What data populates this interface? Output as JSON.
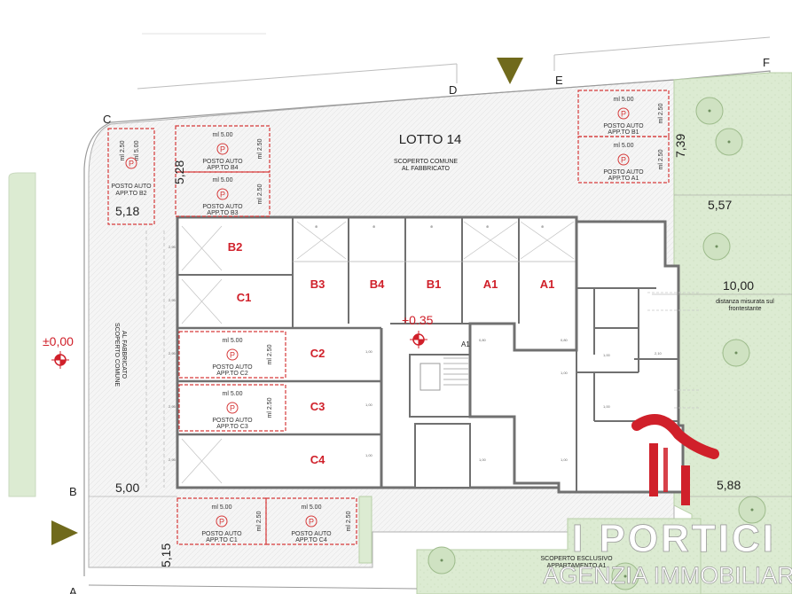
{
  "plot": {
    "title": "LOTTO 14",
    "common_area": [
      "SCOPERTO COMUNE",
      "AL FABBRICATO"
    ],
    "common_area_side": [
      "SCOPERTO COMUNE",
      "AL FABBRICATO"
    ],
    "exclusive_area": [
      "SCOPERTO ESCLUSIVO",
      "APPARTAMENTO A1"
    ],
    "setback_note": [
      "distanza misurata sul",
      "frontestante"
    ]
  },
  "corners": [
    "C",
    "D",
    "E",
    "F",
    "B",
    "A"
  ],
  "levels": {
    "ground": "±0,00",
    "building": "+0.35"
  },
  "dimensions": {
    "top_left_depth": "5,28",
    "left_parking_width": "5,18",
    "right_parking_depth": "7,39",
    "right_gap": "5,57",
    "right_setback": "10,00",
    "left_setback": "5,00",
    "bottom_right": "5,88",
    "bottom_parking_depth": "5,15"
  },
  "units": [
    "B2",
    "C1",
    "B3",
    "B4",
    "B1",
    "A1",
    "A1",
    "C2",
    "C3",
    "C4"
  ],
  "unit_label_near_stair": "A1",
  "parking_spaces": [
    {
      "length": "ml 5.00",
      "width": "ml 2.50",
      "icon": "P",
      "line1": "POSTO AUTO",
      "line2": "APP.TO B2"
    },
    {
      "length": "ml 5.00",
      "width": "ml 2.50",
      "icon": "P",
      "line1": "POSTO AUTO",
      "line2": "APP.TO B4"
    },
    {
      "length": "ml 5.00",
      "width": "ml 2.50",
      "icon": "P",
      "line1": "POSTO AUTO",
      "line2": "APP.TO B3"
    },
    {
      "length": "ml 5.00",
      "width": "ml 2.50",
      "icon": "P",
      "line1": "POSTO AUTO",
      "line2": "APP.TO B1"
    },
    {
      "length": "ml 5.00",
      "width": "ml 2.50",
      "icon": "P",
      "line1": "POSTO AUTO",
      "line2": "APP.TO A1"
    },
    {
      "length": "ml 5.00",
      "width": "ml 2.50",
      "icon": "P",
      "line1": "POSTO AUTO",
      "line2": "APP.TO C2"
    },
    {
      "length": "ml 5.00",
      "width": "ml 2.50",
      "icon": "P",
      "line1": "POSTO AUTO",
      "line2": "APP.TO C3"
    },
    {
      "length": "ml 5.00",
      "width": "ml 2.50",
      "icon": "P",
      "line1": "POSTO AUTO",
      "line2": "APP.TO C1"
    },
    {
      "length": "ml 5.00",
      "width": "ml 2.50",
      "icon": "P",
      "line1": "POSTO AUTO",
      "line2": "APP.TO C4"
    }
  ],
  "watermark": {
    "brand": "I PORTICI",
    "tagline": "AGENZIA IMMOBILIARE"
  },
  "colors": {
    "wall": "#707070",
    "parking_outline": "#d63a3a",
    "room_label": "#d0202a",
    "garden": "#dcebd2",
    "common_area": "#f4f4f4",
    "north_marker": "#706a1c",
    "logo": "#d0202a"
  },
  "icons": [
    "north-arrow-icon",
    "level-marker-icon",
    "parking-icon",
    "tree-icon",
    "logo-icon"
  ]
}
